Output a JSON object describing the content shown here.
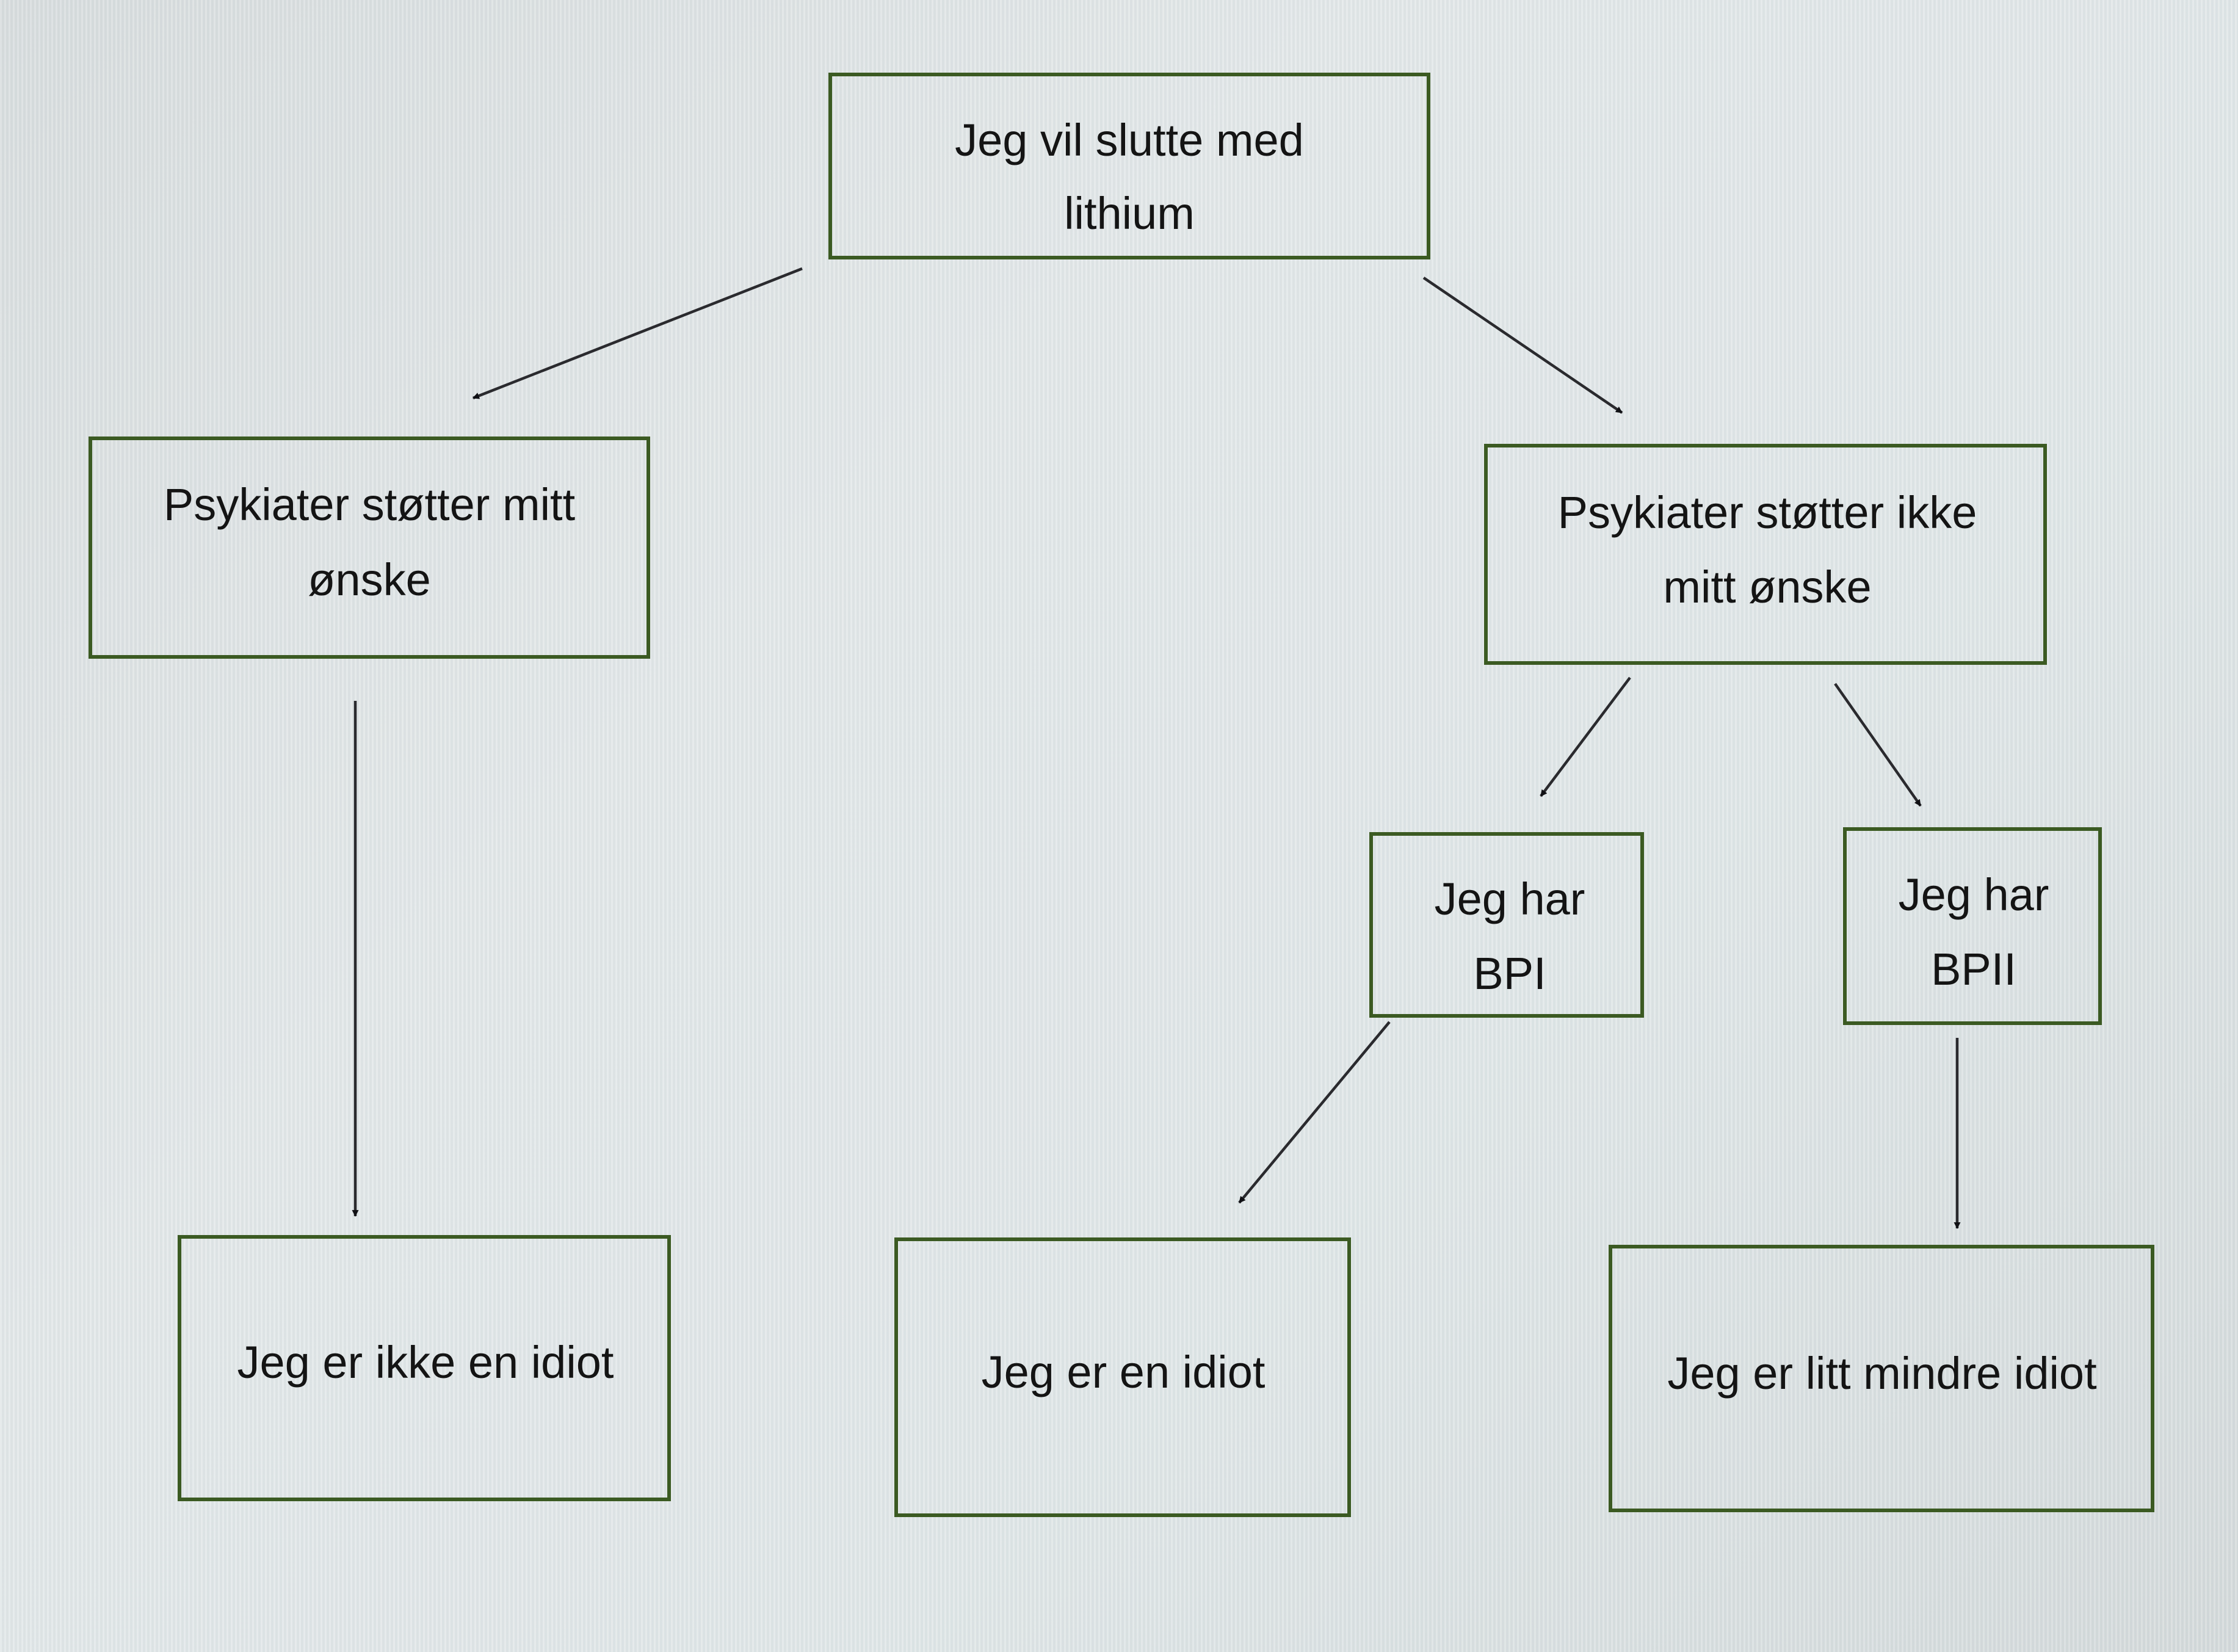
{
  "diagram": {
    "type": "flowchart",
    "language": "Norwegian",
    "nodes": [
      {
        "id": "root",
        "lines": [
          "Jeg vil slutte med",
          "lithium"
        ]
      },
      {
        "id": "supports",
        "lines": [
          "Psykiater støtter mitt",
          "ønske"
        ]
      },
      {
        "id": "not-supports",
        "lines": [
          "Psykiater støtter ikke",
          "mitt ønske"
        ]
      },
      {
        "id": "bp1",
        "lines": [
          "Jeg har",
          "BPI"
        ]
      },
      {
        "id": "bp2",
        "lines": [
          "Jeg har",
          "BPII"
        ]
      },
      {
        "id": "not-idiot",
        "lines": [
          "Jeg er ikke en idiot"
        ]
      },
      {
        "id": "idiot",
        "lines": [
          "Jeg er en idiot"
        ]
      },
      {
        "id": "less-idiot",
        "lines": [
          "Jeg er litt mindre idiot"
        ]
      }
    ],
    "edges": [
      {
        "from": "root",
        "to": "supports"
      },
      {
        "from": "root",
        "to": "not-supports"
      },
      {
        "from": "supports",
        "to": "not-idiot"
      },
      {
        "from": "not-supports",
        "to": "bp1"
      },
      {
        "from": "not-supports",
        "to": "bp2"
      },
      {
        "from": "bp1",
        "to": "idiot"
      },
      {
        "from": "bp2",
        "to": "less-idiot"
      }
    ],
    "colors": {
      "box_border": "#3b5a22",
      "text": "#141414",
      "arrow": "#2a2a2e"
    }
  }
}
